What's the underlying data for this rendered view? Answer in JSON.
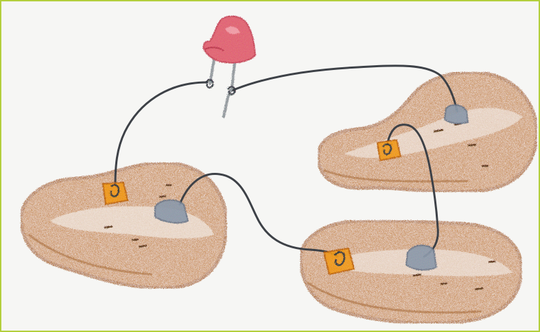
{
  "illustration": {
    "frame_color": "#b3cf3c",
    "paper_color": "#f6f6f4",
    "colors": {
      "potato_fill": "#c28a5a",
      "potato_outline": "#a86a3a",
      "potato_highlight": "#e8ddd4",
      "copper_clip": "#e8962c",
      "zinc_clip": "#8a96a6",
      "wire": "#3d4147",
      "led_body": "#d9606e",
      "led_leg": "#8f9499"
    },
    "components": {
      "led": "LED",
      "cells": [
        "potato",
        "potato",
        "potato"
      ],
      "electrodes": [
        "copper",
        "zinc"
      ]
    }
  }
}
